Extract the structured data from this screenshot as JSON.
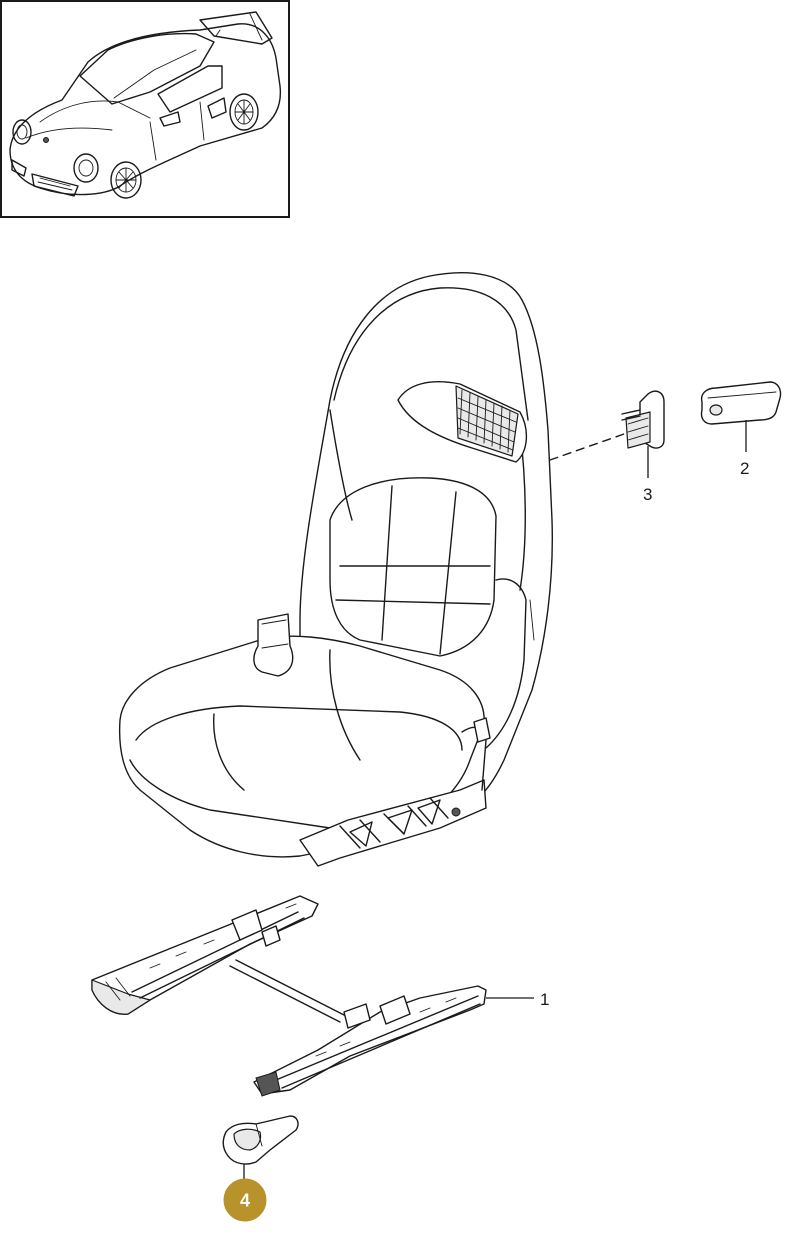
{
  "thumbnail": {
    "icon": "car-icon"
  },
  "callouts": [
    {
      "label": "1",
      "part": "seat-rail-assembly"
    },
    {
      "label": "2",
      "part": "cover-cap"
    },
    {
      "label": "3",
      "part": "clip-bracket"
    },
    {
      "label": "4",
      "part": "rail-end-trim",
      "highlighted": true
    }
  ],
  "colors": {
    "highlight": "#b8922a",
    "line": "#1a1a1a",
    "background": "#ffffff"
  }
}
